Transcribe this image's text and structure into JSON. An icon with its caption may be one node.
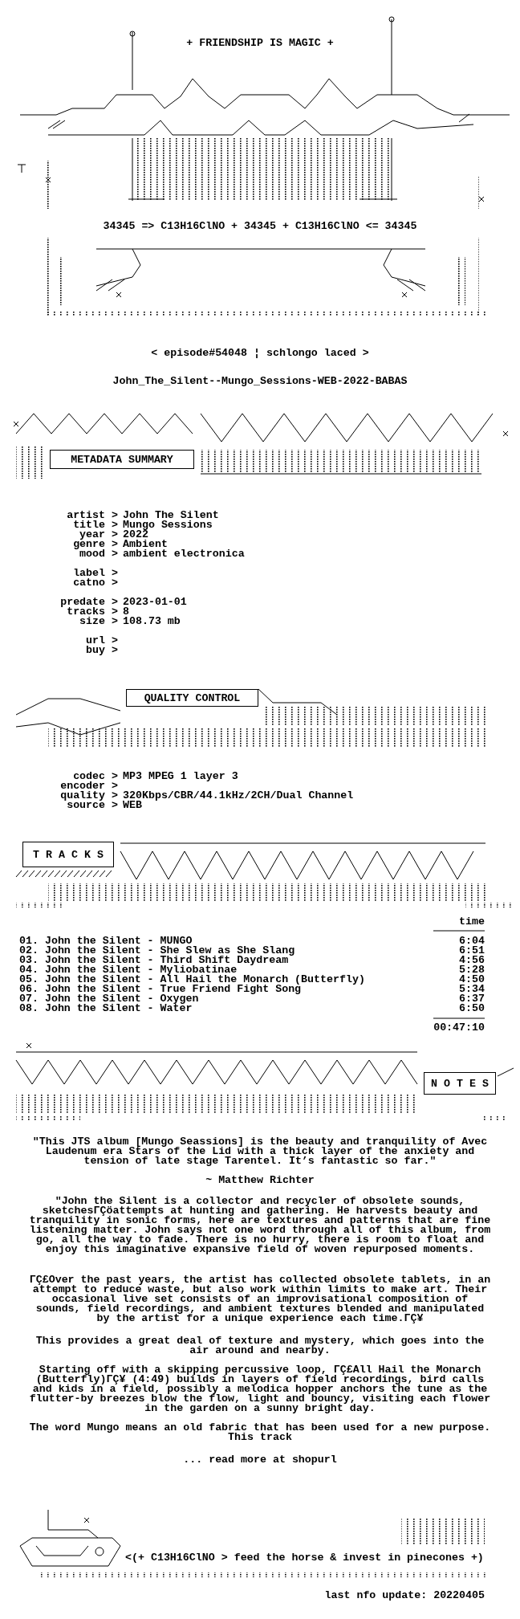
{
  "diagram": {
    "nodes": [
      {
        "text": [
          "METADATA SUMMARY"
        ]
      },
      {
        "text": [
          "QUALITY CONTROL"
        ]
      },
      {
        "text": [
          "T R A C K S"
        ]
      },
      {
        "text": [
          "N O T E S"
        ]
      }
    ],
    "labels": [
      "+ FRIENDSHIP IS MAGIC +",
      "34345 => C13H16ClNO + 34345 + C13H16ClNO <= 34345",
      "< episode#54048 ¦ schlongo laced >",
      "John_The_Silent--Mungo_Sessions-WEB-2022-BABAS",
      "artist >",
      "John The Silent",
      "title >",
      "Mungo Sessions",
      "year >",
      "2022",
      "genre >",
      "Ambient",
      "mood >",
      "ambient electronica",
      "label >",
      "catno >",
      "predate >",
      "2023-01-01",
      "tracks >",
      "8",
      "size >",
      "108.73 mb",
      "url >",
      "buy >",
      "codec >",
      "MP3 MPEG 1 layer 3",
      "encoder >",
      "quality >",
      "320Kbps/CBR/44.1kHz/2CH/Dual Channel",
      "source >",
      "WEB",
      "time",
      "01. John the Silent - MUNGO",
      "6:04",
      "02. John the Silent - She Slew as She Slang",
      "6:51",
      "03. John the Silent - Third Shift Daydream",
      "4:56",
      "04. John the Silent - Myliobatinae",
      "5:28",
      "05. John the Silent - All Hail the Monarch (Butterfly)",
      "4:50",
      "06. John the Silent - True Friend Fight Song",
      "5:34",
      "07. John the Silent - Oxygen",
      "6:37",
      "08. John the Silent - Water",
      "6:50",
      "00:47:10",
      "\"This JTS album [Mungo Seassions] is the beauty and tranquility of Avec Laudenum era Stars of the Lid with a thick layer of the anxiety and tension of late stage Tarentel. It’s fantastic so far.\"",
      "~ Matthew Richter",
      "\"John the Silent is a collector and recycler of obsolete sounds, sketchesΓÇöattempts at hunting and gathering. He harvests beauty and tranquility in sonic forms, here are textures and patterns that are fine listening matter. John says not one word through all of this album, from go, all the way to fade. There is no hurry, there is room to float and enjoy this imaginative expansive field of woven repurposed moments.",
      "ΓÇ£Over the past years, the artist has collected obsolete tablets, in an attempt to reduce waste, but also work within limits to make art. Their occasional live set consists of an improvisational composition of sounds, field recordings, and ambient textures blended and manipulated by the artist for a unique experience each time.ΓÇ¥",
      "This provides a great deal of texture and mystery, which goes into the air around and nearby.",
      "Starting off with a skipping percussive loop, ΓÇ£All Hail the Monarch (Butterfly)ΓÇ¥ (4:49) builds in layers of field recordings, bird calls and kids in a field, possibly a melodica hopper anchors the tune as the flutter-by breezes blow the flow, light and bouncy, visiting each flower in the garden on a sunny bright day.",
      "The word Mungo means an old fabric that has been used for a new purpose. This track",
      "... read more at shopurl",
      "<(+ C13H16ClNO > feed the horse & invest in pinecones +)",
      "last nfo update: 20220405"
    ]
  }
}
